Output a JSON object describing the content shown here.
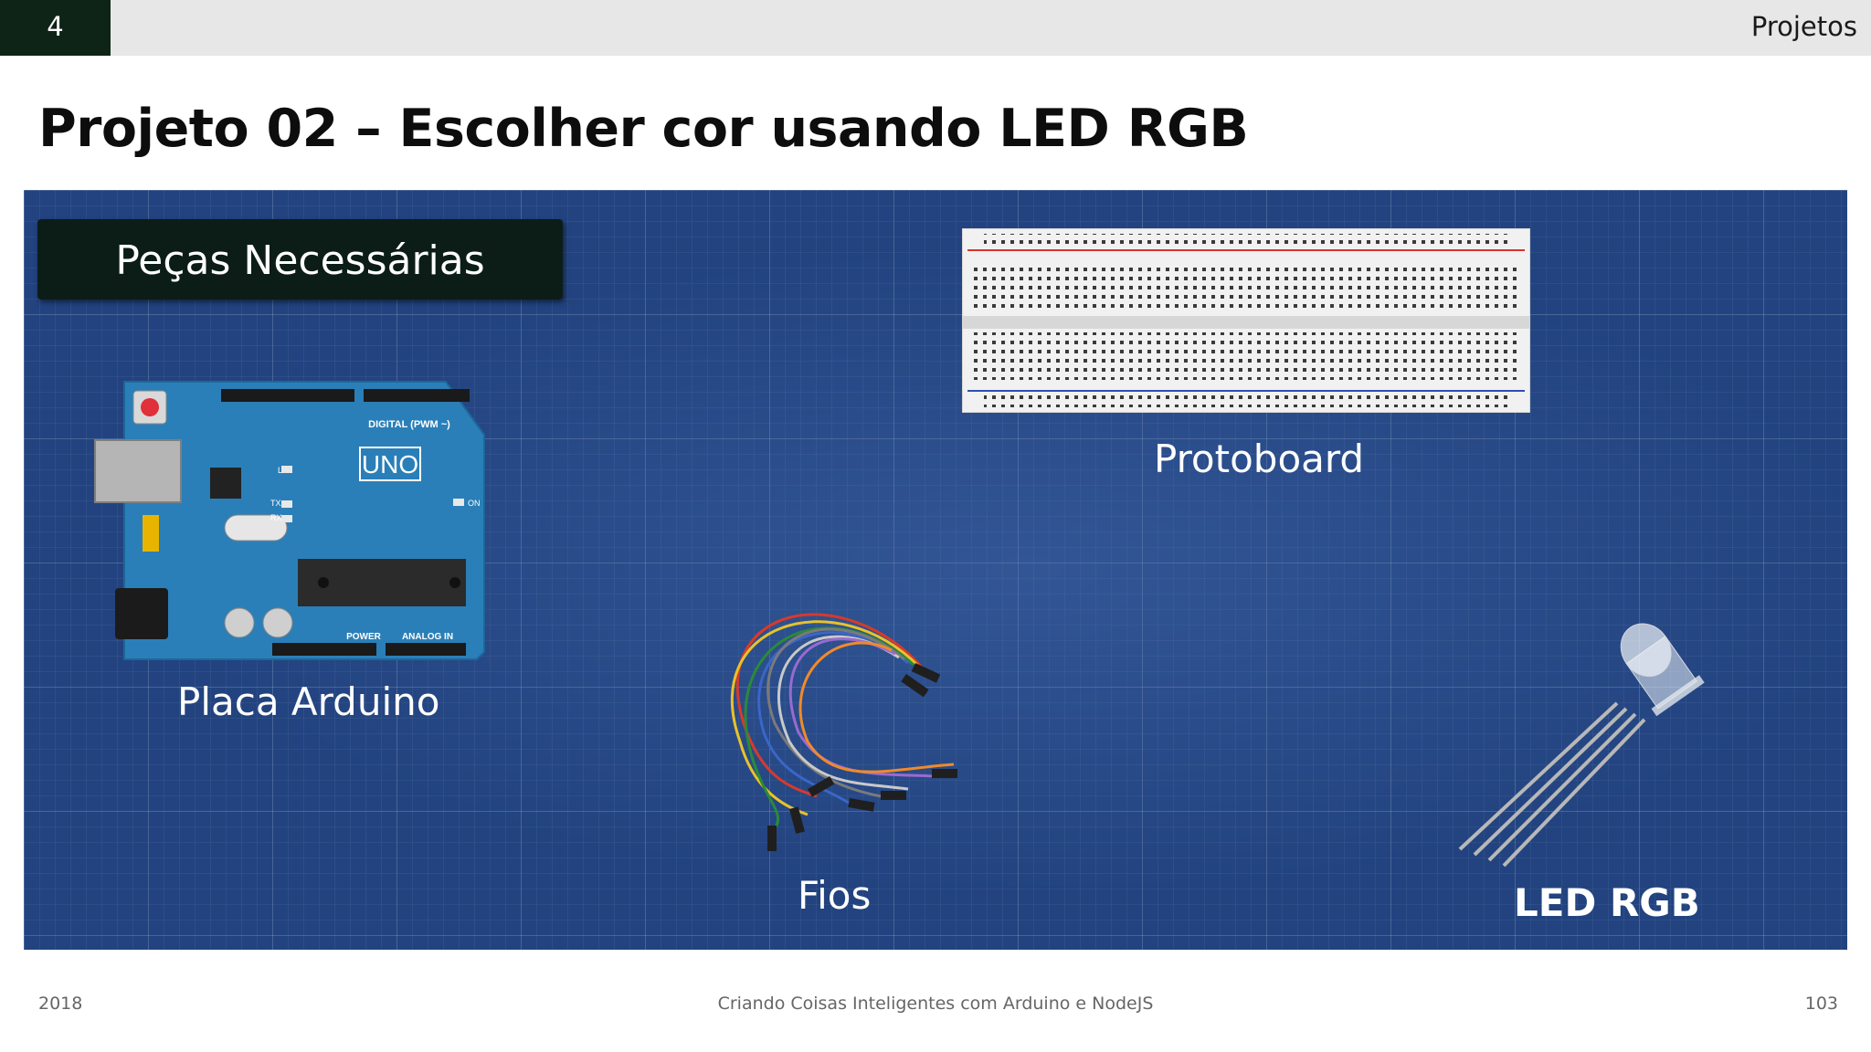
{
  "header": {
    "chapter_number": "4",
    "section": "Projetos"
  },
  "title": "Projeto 02 – Escolher cor usando LED RGB",
  "panel": {
    "heading": "Peças Necessárias",
    "parts": [
      {
        "label": "Placa Arduino"
      },
      {
        "label": "Protoboard"
      },
      {
        "label": "Fios"
      },
      {
        "label": "LED RGB"
      }
    ],
    "arduino_text": {
      "model": "UNO",
      "digital": "DIGITAL (PWM ~)",
      "power": "POWER",
      "analog": "ANALOG IN",
      "on": "ON",
      "l": "L",
      "tx": "TX",
      "rx": "RX"
    }
  },
  "footer": {
    "year": "2018",
    "course": "Criando Coisas Inteligentes com Arduino e NodeJS",
    "page": "103"
  },
  "colors": {
    "accent": "#0e2417",
    "blueprint": "#22437f",
    "arduino_board": "#2a7fb8"
  }
}
